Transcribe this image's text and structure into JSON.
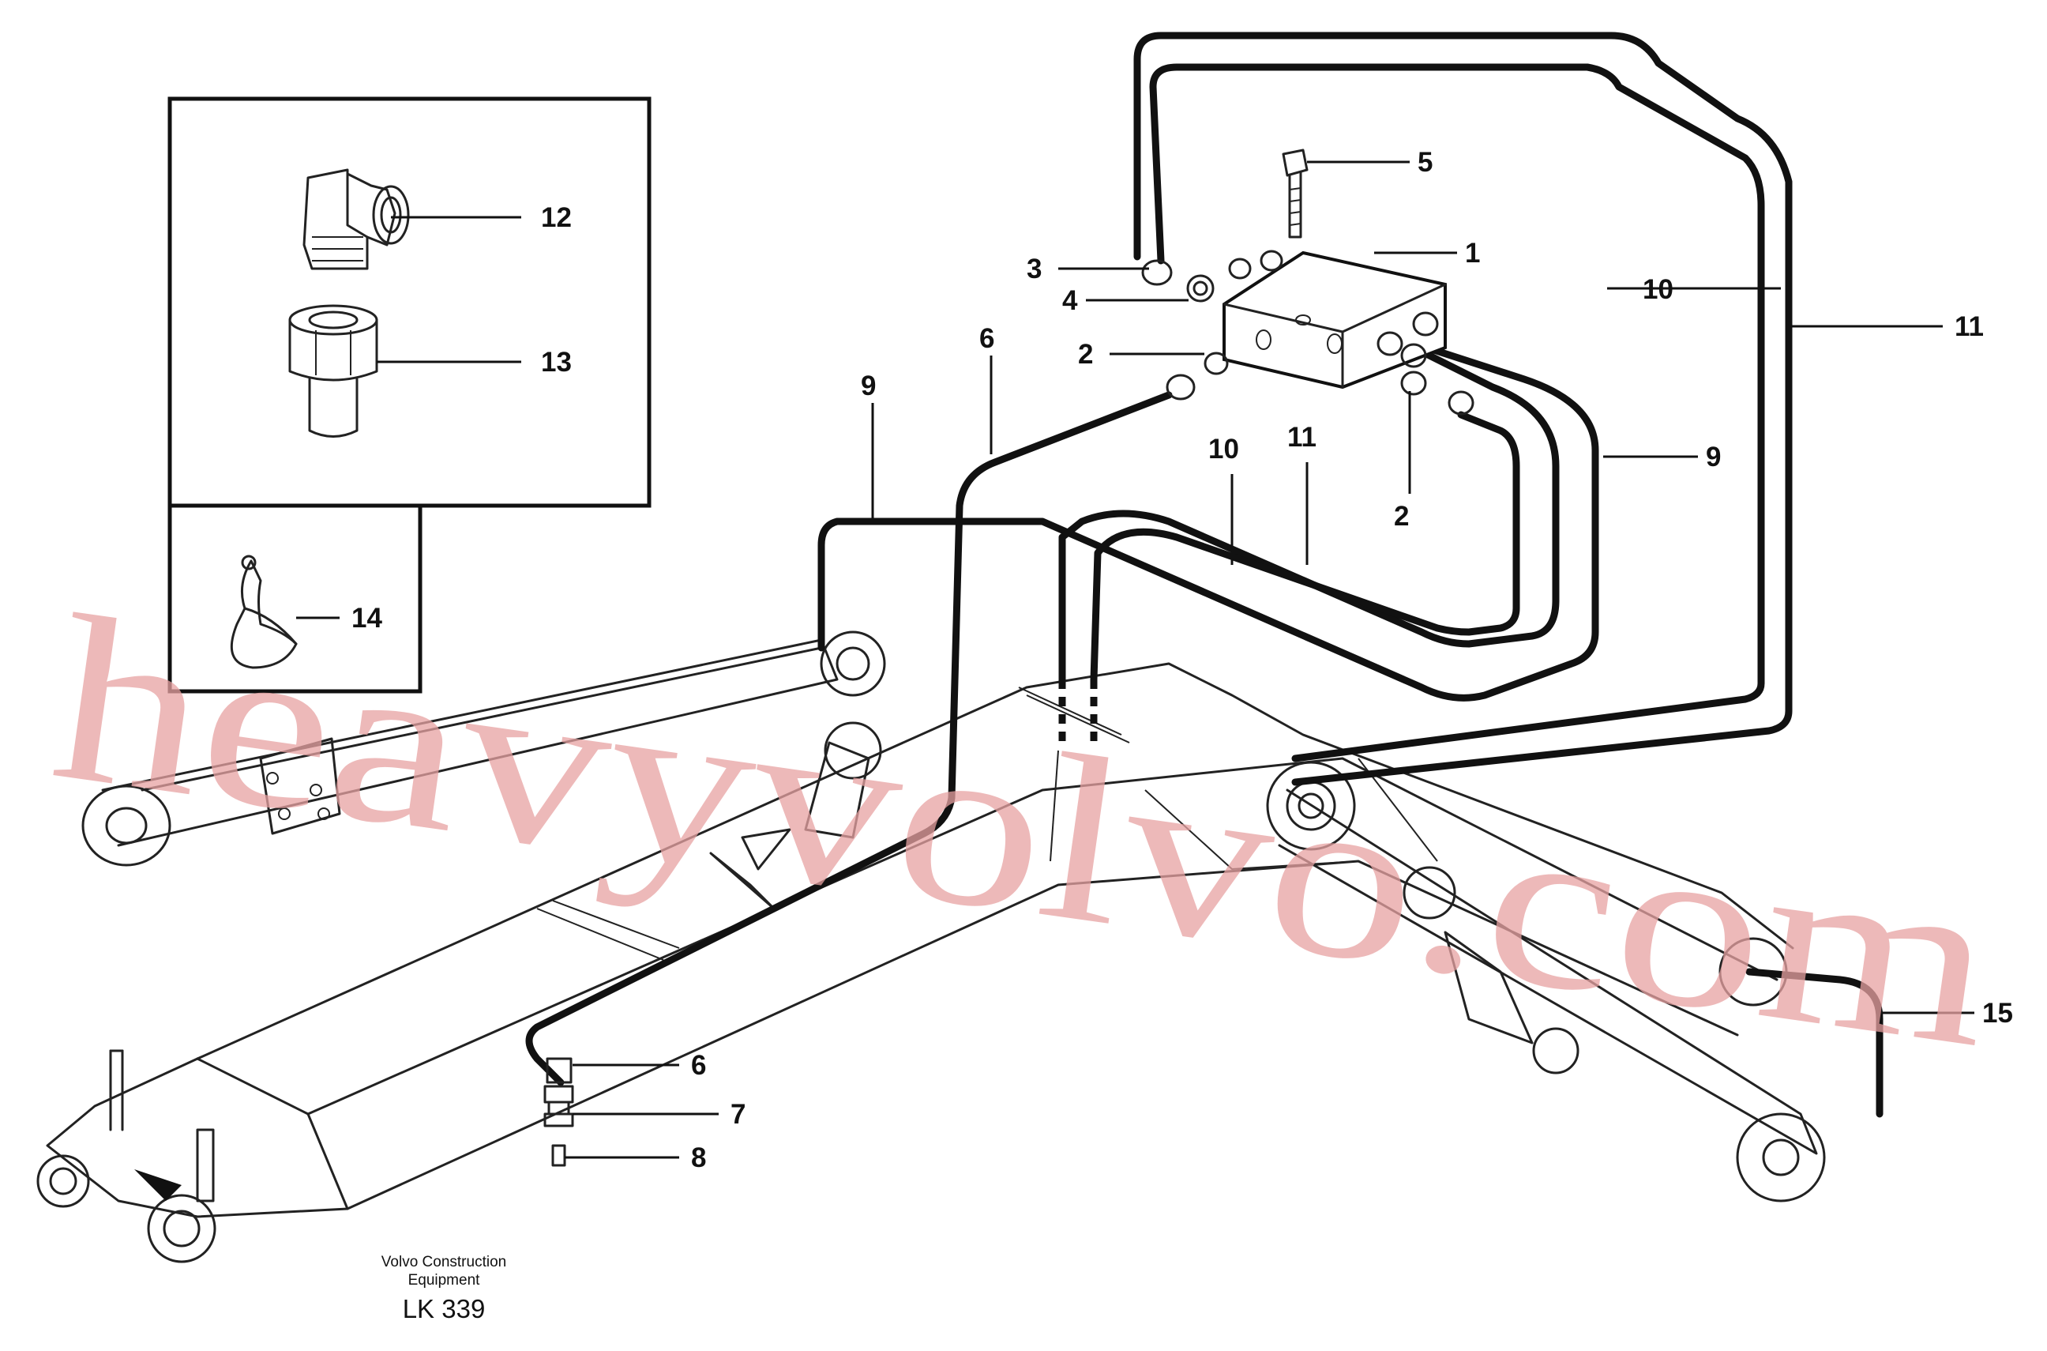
{
  "diagram": {
    "callouts": {
      "c1": "1",
      "c2a": "2",
      "c2b": "2",
      "c3": "3",
      "c4": "4",
      "c5": "5",
      "c6a": "6",
      "c6b": "6",
      "c7": "7",
      "c8": "8",
      "c9a": "9",
      "c9b": "9",
      "c10a": "10",
      "c10b": "10",
      "c11a": "11",
      "c11b": "11",
      "c12": "12",
      "c13": "13",
      "c14": "14",
      "c15": "15"
    }
  },
  "footer": {
    "line1": "Volvo Construction",
    "line2": "Equipment",
    "code": "LK 339"
  },
  "watermark": {
    "text": "heavyvolvo.com",
    "color": "#e8a2a2"
  }
}
